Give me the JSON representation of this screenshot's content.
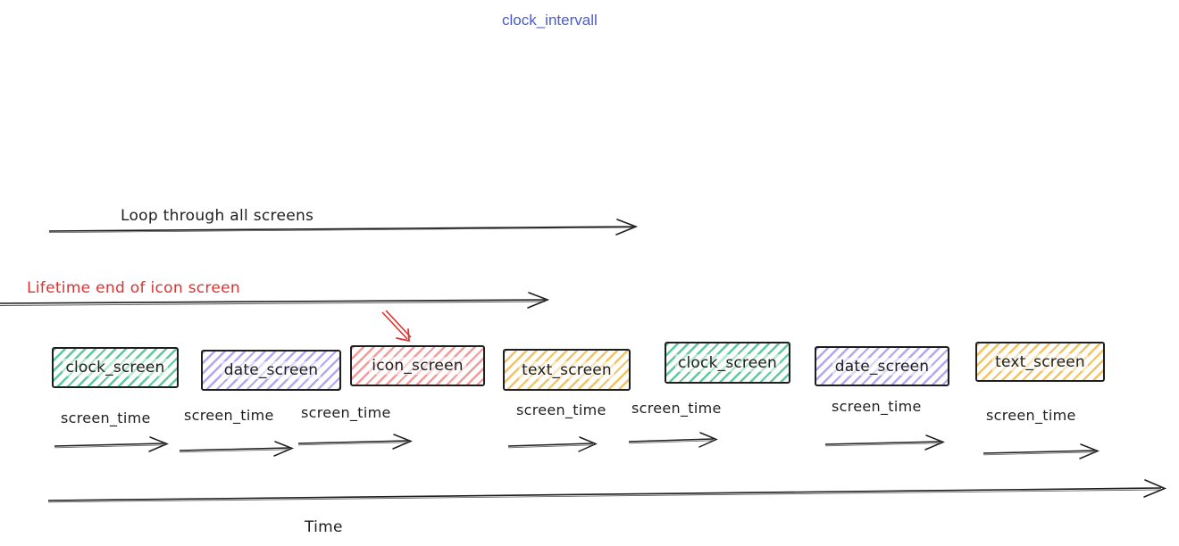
{
  "title": "clock_intervall",
  "annotations": {
    "loop_arrow_label": "Loop through all screens",
    "lifetime_arrow_label": "Lifetime end of icon screen",
    "time_axis_label": "Time"
  },
  "screens": [
    {
      "label": "clock_screen",
      "color_name": "green",
      "fill": "#5fc89c",
      "screen_time_label": "screen_time"
    },
    {
      "label": "date_screen",
      "color_name": "purple",
      "fill": "#b5a6f2",
      "screen_time_label": "screen_time"
    },
    {
      "label": "icon_screen",
      "color_name": "red",
      "fill": "#f39a9a",
      "screen_time_label": "screen_time"
    },
    {
      "label": "text_screen",
      "color_name": "yellow",
      "fill": "#f3c263",
      "screen_time_label": "screen_time"
    },
    {
      "label": "clock_screen",
      "color_name": "green",
      "fill": "#5fc89c",
      "screen_time_label": "screen_time"
    },
    {
      "label": "date_screen",
      "color_name": "purple",
      "fill": "#b5a6f2",
      "screen_time_label": "screen_time"
    },
    {
      "label": "text_screen",
      "color_name": "yellow",
      "fill": "#f3c263",
      "screen_time_label": "screen_time"
    }
  ],
  "colors": {
    "title_blue": "#4a5bd4",
    "annotation_red": "#e03131",
    "stroke_black": "#1e1e1e"
  }
}
